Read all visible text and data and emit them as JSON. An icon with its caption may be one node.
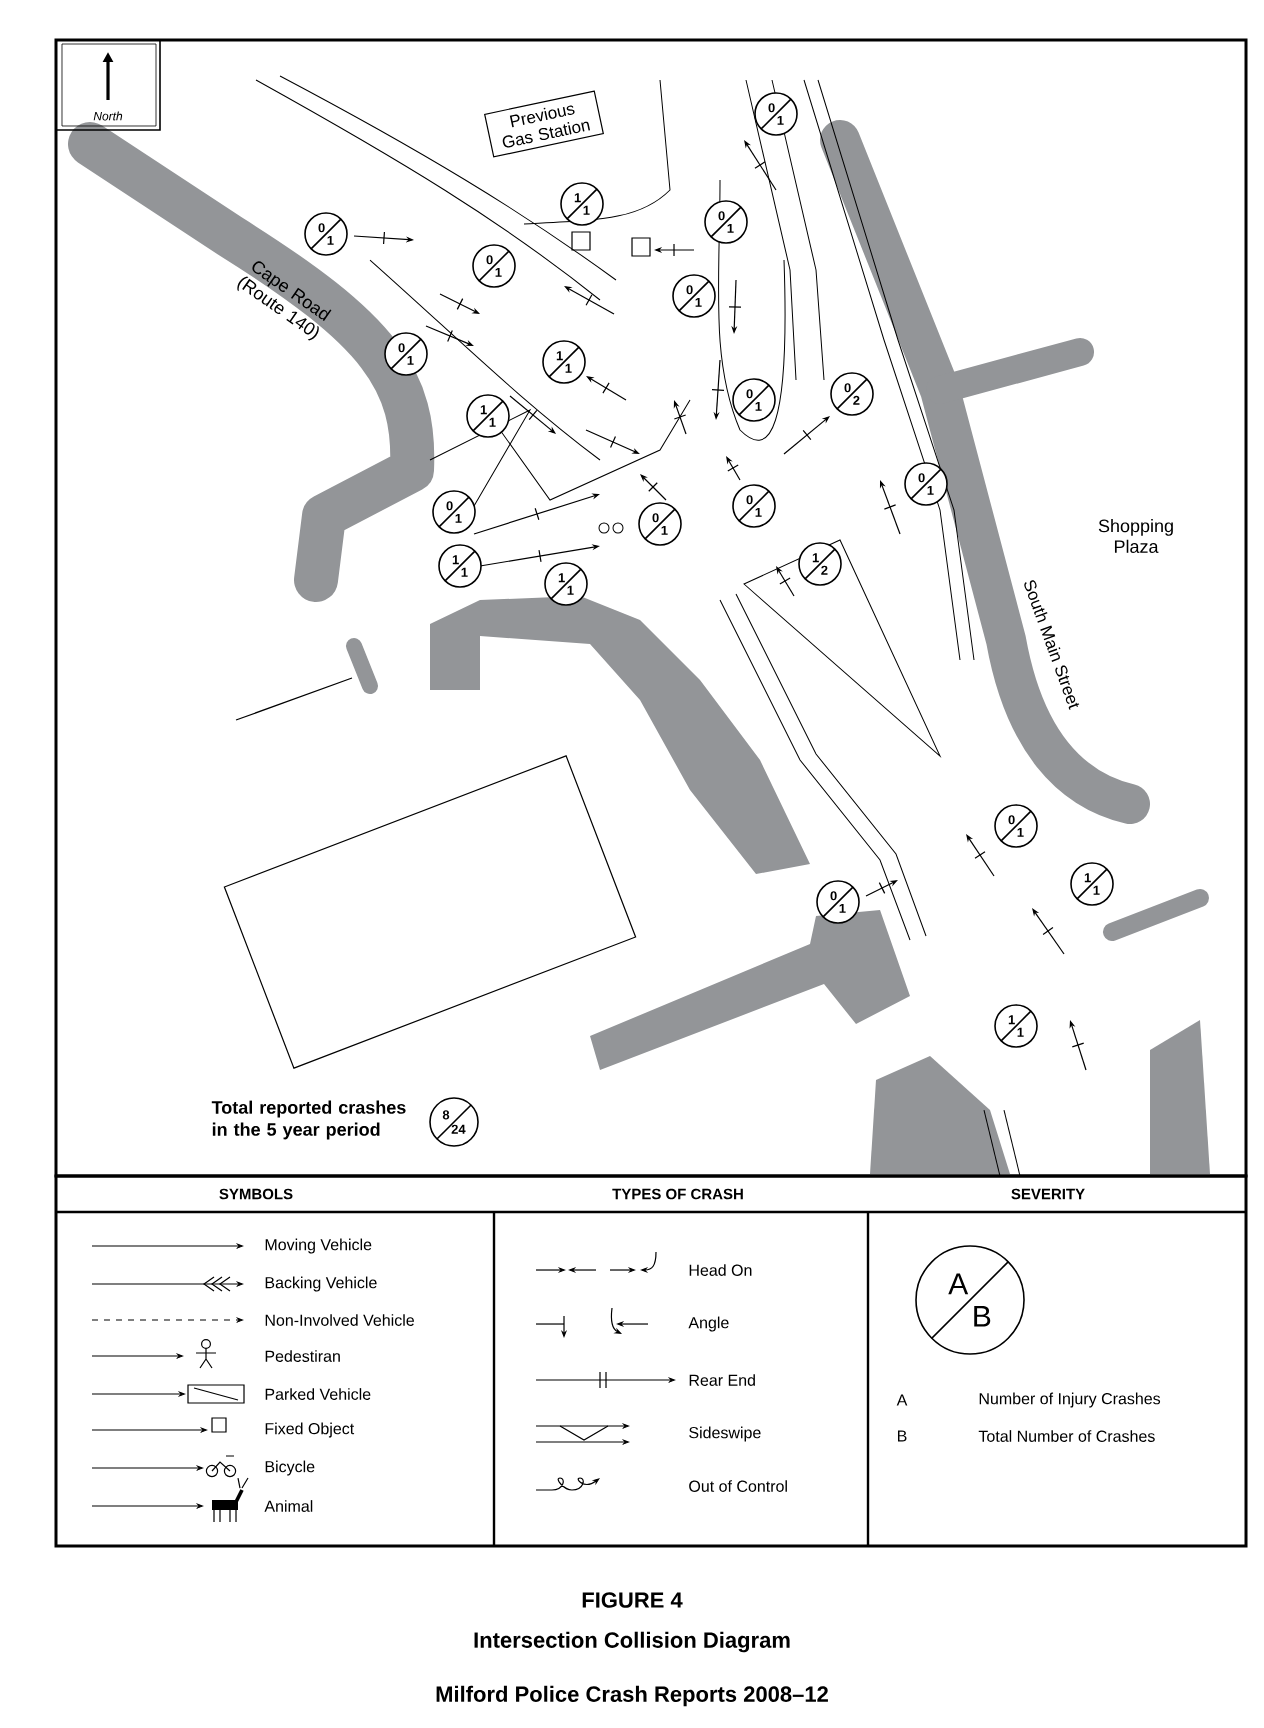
{
  "diagram": {
    "caption": "Intersection Collision Diagram",
    "nodes": [
      {
        "text": [
          "Previous Gas Station"
        ]
      },
      {
        "text": [
          "0",
          "1"
        ]
      },
      {
        "text": [
          "1",
          "1"
        ]
      },
      {
        "text": [
          "0",
          "1"
        ]
      },
      {
        "text": [
          "0",
          "1"
        ]
      },
      {
        "text": [
          "0",
          "1"
        ]
      },
      {
        "text": [
          "0",
          "1"
        ]
      },
      {
        "text": [
          "0",
          "1"
        ]
      },
      {
        "text": [
          "1",
          "1"
        ]
      },
      {
        "text": [
          "0",
          "2"
        ]
      },
      {
        "text": [
          "0",
          "1"
        ]
      },
      {
        "text": [
          "1",
          "1"
        ]
      },
      {
        "text": [
          "0",
          "1"
        ]
      },
      {
        "text": [
          "0",
          "1"
        ]
      },
      {
        "text": [
          "0",
          "1"
        ]
      },
      {
        "text": [
          "0",
          "1"
        ]
      },
      {
        "text": [
          "1",
          "2"
        ]
      },
      {
        "text": [
          "1",
          "1"
        ]
      },
      {
        "text": [
          "1",
          "1"
        ]
      },
      {
        "text": [
          "0",
          "1"
        ]
      },
      {
        "text": [
          "1",
          "1"
        ]
      },
      {
        "text": [],
        "shape": "box"
      },
      {
        "text": [
          "0",
          "1"
        ]
      },
      {
        "text": [
          "1",
          "1"
        ]
      },
      {
        "text": [
          "8",
          "24"
        ],
        "beside": [
          "Total reported crashes in the 5 year period"
        ]
      },
      {
        "text": [
          "A",
          "B"
        ]
      }
    ],
    "labels": [
      "North",
      "Cape Road (Route 140)",
      "Shopping Plaza",
      "South Main Street",
      "SYMBOLS",
      "TYPES OF CRASH",
      "SEVERITY",
      "A",
      "Number of Injury Crashes",
      "B",
      "Total Number of Crashes",
      "FIGURE 4",
      "Milford Police Crash Reports 2008–12"
    ],
    "legend": [
      {
        "text": "Moving Vehicle"
      },
      {
        "text": "Backing Vehicle"
      },
      {
        "text": "Non-Involved Vehicle"
      },
      {
        "text": "Pedestiran"
      },
      {
        "text": "Parked Vehicle"
      },
      {
        "text": "Fixed Object"
      },
      {
        "text": "Bicycle"
      },
      {
        "text": "Animal"
      },
      {
        "text": "Head On"
      },
      {
        "text": "Angle"
      },
      {
        "text": "Rear End"
      },
      {
        "text": "Sideswipe"
      },
      {
        "text": "Out of Control"
      }
    ]
  }
}
